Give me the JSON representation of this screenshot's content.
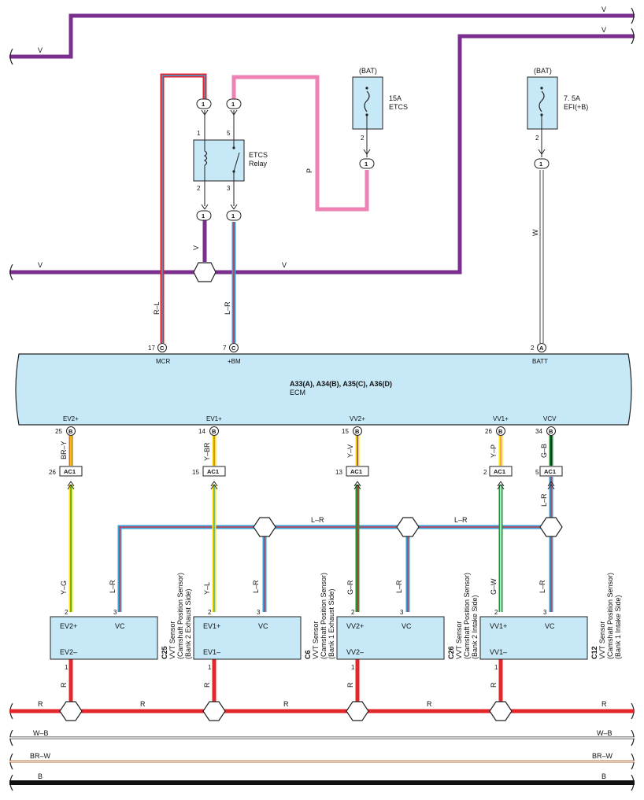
{
  "wire_labels": {
    "v_top_right": "V",
    "v_second_right": "V",
    "v_top_left": "V",
    "v_left_bus": "V",
    "v_mid_bus": "V",
    "v_relay_down": "V",
    "p_pink": "P",
    "w_batt": "W",
    "rl": "R–L",
    "lr_bm": "L–R"
  },
  "fuses": [
    {
      "bat": "(BAT)",
      "amp": "15A",
      "name": "ETCS",
      "pin": "2",
      "conn": "1"
    },
    {
      "bat": "(BAT)",
      "amp": "7. 5A",
      "name": "EFI(+B)",
      "pin": "2",
      "conn": "1"
    }
  ],
  "relay": {
    "name_line1": "ETCS",
    "name_line2": "Relay",
    "pin1": "1",
    "pin2": "2",
    "pin3": "3",
    "pin5": "5",
    "conn": "1"
  },
  "ecm": {
    "code": "A33(A), A34(B), A35(C), A36(D)",
    "name": "ECM",
    "top_pins": [
      {
        "num": "17",
        "conn": "C",
        "label": "MCR"
      },
      {
        "num": "7",
        "conn": "C",
        "label": "+BM"
      },
      {
        "num": "2",
        "conn": "A",
        "label": "BATT"
      }
    ],
    "bottom_pins": [
      {
        "num": "25",
        "conn": "B",
        "label": "EV2+",
        "wire": "BR–Y",
        "ac_num": "26",
        "ac": "AC1"
      },
      {
        "num": "14",
        "conn": "B",
        "label": "EV1+",
        "wire": "Y–BR",
        "ac_num": "15",
        "ac": "AC1"
      },
      {
        "num": "15",
        "conn": "B",
        "label": "VV2+",
        "wire": "Y–V",
        "ac_num": "13",
        "ac": "AC1"
      },
      {
        "num": "26",
        "conn": "B",
        "label": "VV1+",
        "wire": "Y–P",
        "ac_num": "2",
        "ac": "AC1"
      },
      {
        "num": "34",
        "conn": "B",
        "label": "VCV",
        "wire": "G–B",
        "ac_num": "5",
        "ac": "AC1"
      }
    ]
  },
  "lr_bus": {
    "label1": "L–R",
    "label2": "L–R",
    "label_vert": "L–R"
  },
  "sensors": [
    {
      "code": "C25",
      "l1": "VVT Sensor",
      "l2": "(Camshaft Position Sensor)",
      "l3": "(Bank 2 Exhaust Side)",
      "plus": "EV2+",
      "vc": "VC",
      "minus": "EV2–",
      "wire_sig": "Y–G",
      "wire_vc": "L–R",
      "wire_gnd": "R"
    },
    {
      "code": "C6",
      "l1": "VVT Sensor",
      "l2": "(Camshaft Position Sensor)",
      "l3": "(Bank 1 Exhaust Side)",
      "plus": "EV1+",
      "vc": "VC",
      "minus": "EV1–",
      "wire_sig": "Y–L",
      "wire_vc": "L–R",
      "wire_gnd": "R"
    },
    {
      "code": "C26",
      "l1": "VVT Sensor",
      "l2": "(Camshaft Position Sensor)",
      "l3": "(Bank 2 Intake Side)",
      "plus": "VV2+",
      "vc": "VC",
      "minus": "VV2–",
      "wire_sig": "G–R",
      "wire_vc": "L–R",
      "wire_gnd": "R"
    },
    {
      "code": "C12",
      "l1": "VVT Sensor",
      "l2": "(Camshaft Position Sensor)",
      "l3": "(Bank 1 Intake Side)",
      "plus": "VV1+",
      "vc": "VC",
      "minus": "VV1–",
      "wire_sig": "G–W",
      "wire_vc": "L–R",
      "wire_gnd": "R"
    }
  ],
  "sensor_pins": {
    "p2": "2",
    "p3": "3",
    "p1": "1"
  },
  "bottom_bus": {
    "r_labels": [
      "R",
      "R",
      "R",
      "R",
      "R"
    ],
    "wb_left": "W–B",
    "wb_right": "W–B",
    "brw_left": "BR–W",
    "brw_right": "BR–W",
    "b_left": "B",
    "b_right": "B"
  }
}
